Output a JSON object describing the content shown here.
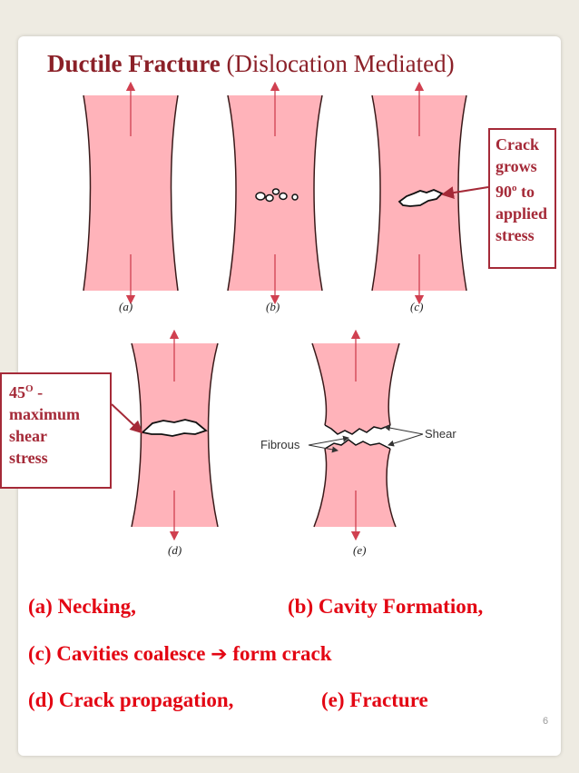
{
  "title": {
    "bold": "Ductile Fracture",
    "rest": "(Dislocation Mediated)"
  },
  "colors": {
    "specimen": "#ffb3ba",
    "outline": "#3a1a1a",
    "accent_dark": "#8b2028",
    "caption_red": "#e30613",
    "callout_border": "#a52a38"
  },
  "figure_labels": {
    "a": "(a)",
    "b": "(b)",
    "c": "(c)",
    "d": "(d)",
    "e": "(e)"
  },
  "figure_text": {
    "fibrous": "Fibrous",
    "shear": "Shear"
  },
  "callouts": {
    "crack": {
      "line1": "Crack",
      "line2": "grows",
      "line3_num": "90",
      "line3_sup": "o",
      "line3_rest": " to",
      "line4": "applied",
      "line5": "stress"
    },
    "shear45": {
      "line1_num": "45",
      "line1_sup": "O",
      "line1_rest": " -",
      "line2": "maximum",
      "line3": "shear",
      "line4": "stress"
    }
  },
  "captions": {
    "a": "(a) Necking,",
    "b": "(b) Cavity Formation,",
    "c_pre": "(c) Cavities coalesce ",
    "c_arrow": "➔",
    "c_post": " form crack",
    "d": "(d) Crack propagation,",
    "e": "(e) Fracture"
  },
  "page_number": "6"
}
